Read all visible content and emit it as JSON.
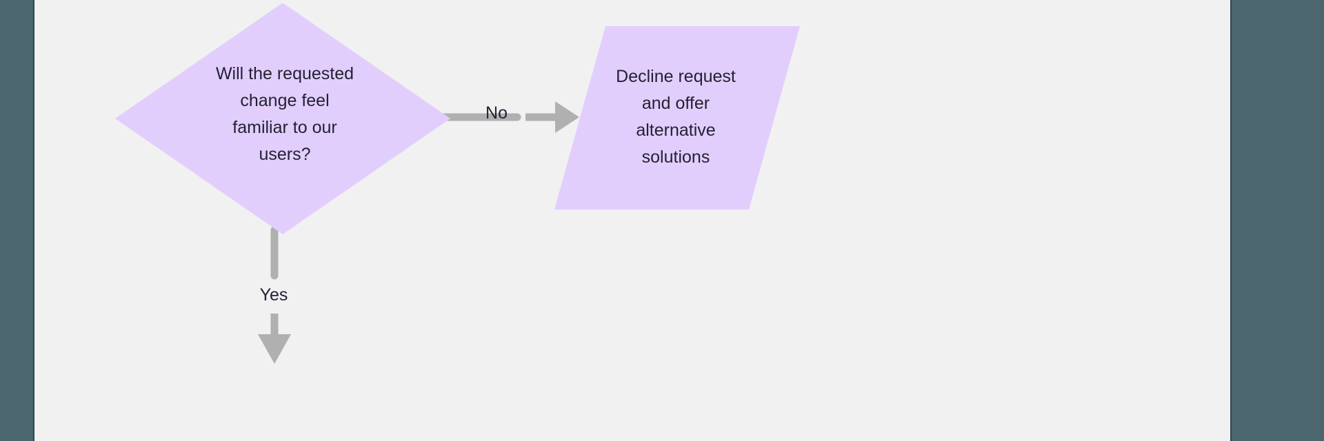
{
  "canvas": {
    "background_color": "#f1f1f1",
    "rail_color": "#4c6670",
    "rail_edge_color": "#2f4750"
  },
  "theme": {
    "node_fill": "#e2cefc",
    "node_text_color": "#232135",
    "connector_color": "#b0b0b0"
  },
  "diagram": {
    "type": "flowchart",
    "nodes": [
      {
        "id": "decision-familiar",
        "shape": "diamond",
        "role": "decision",
        "text": "Will the requested\nchange feel\nfamiliar to our\nusers?",
        "fill": "#e2cefc"
      },
      {
        "id": "decline-request",
        "shape": "parallelogram",
        "role": "input-output",
        "text": "Decline request\nand offer\nalternative\nsolutions",
        "fill": "#e2cefc"
      }
    ],
    "edges": [
      {
        "id": "edge-no",
        "from": "decision-familiar",
        "to": "decline-request",
        "label": "No",
        "direction": "right",
        "color": "#b0b0b0"
      },
      {
        "id": "edge-yes",
        "from": "decision-familiar",
        "to": "",
        "label": "Yes",
        "direction": "down",
        "color": "#b0b0b0"
      }
    ]
  }
}
